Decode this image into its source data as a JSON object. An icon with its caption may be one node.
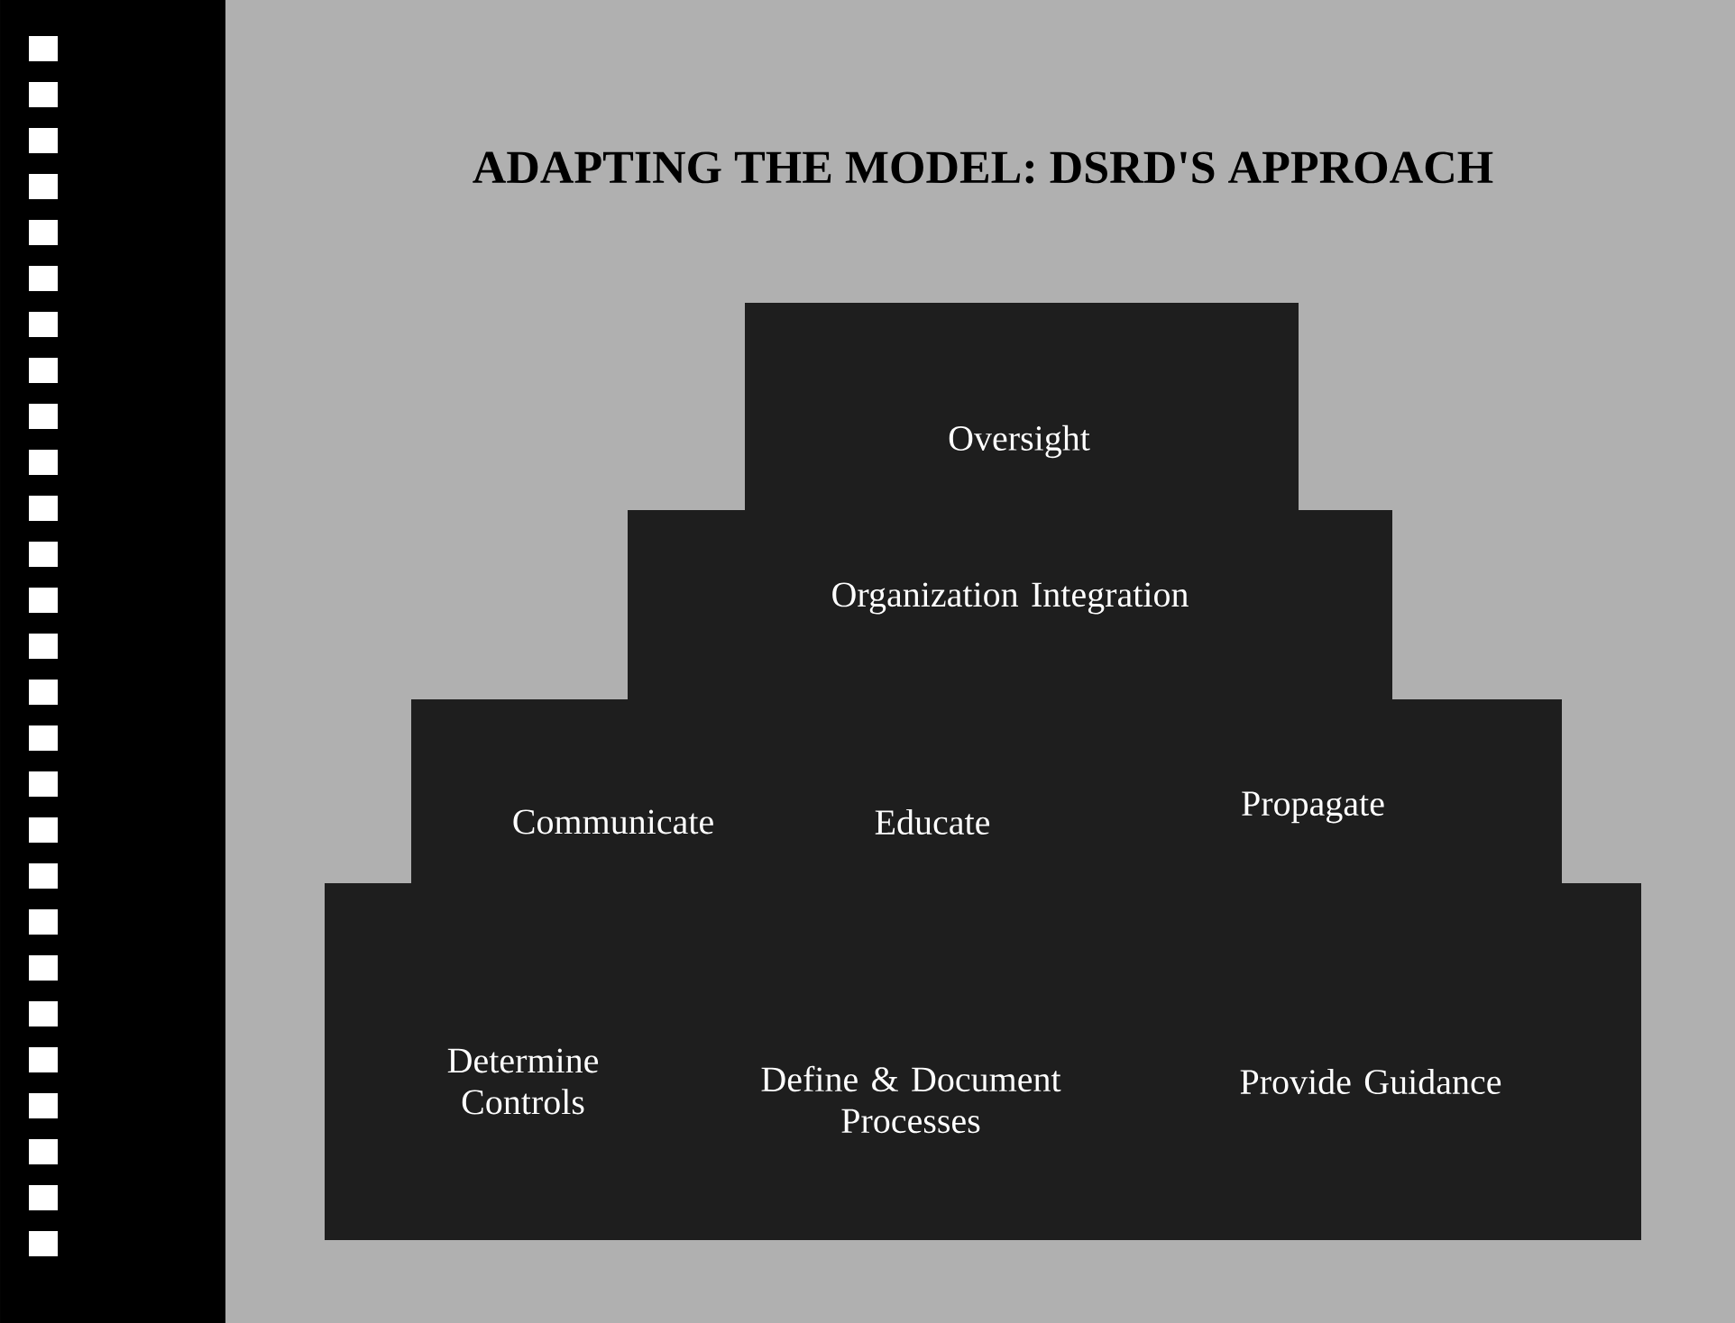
{
  "diagram": {
    "title": "ADAPTING THE MODEL: DSRD'S APPROACH",
    "nodes": [
      {
        "text": [
          "Oversight"
        ]
      },
      {
        "text": [
          "Organization Integration"
        ]
      },
      {
        "text": [
          "Communicate",
          "Educate",
          "Propagate"
        ]
      },
      {
        "text": [
          "Determine Controls",
          "Define & Document Processes",
          "Provide Guidance"
        ]
      }
    ]
  }
}
